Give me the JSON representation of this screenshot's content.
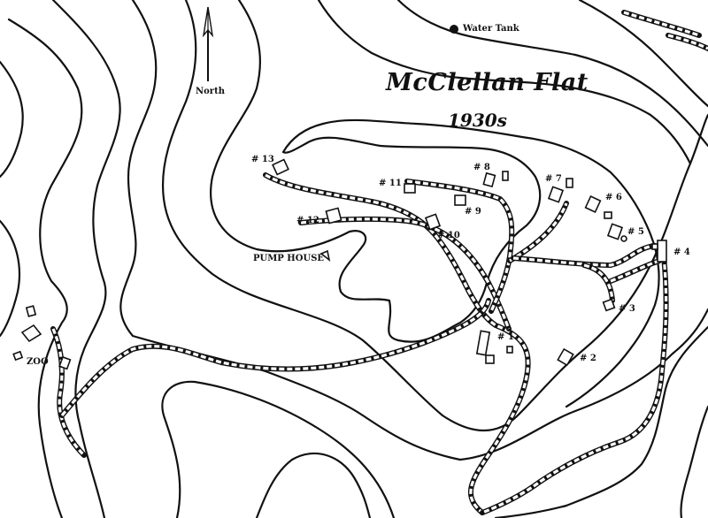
{
  "map": {
    "title": "McClellan Flat",
    "subtitle": "1930s",
    "north_label": "North",
    "landmarks": {
      "water_tank": "Water Tank",
      "pump_house": "PUMP HOUSE",
      "zoo": "ZOO"
    },
    "sites": [
      "# 1",
      "# 2",
      "# 3",
      "# 4",
      "# 5",
      "# 6",
      "# 7",
      "# 8",
      "# 9",
      "# 10",
      "# 11",
      "# 12",
      "# 13"
    ],
    "icons": {
      "north_arrow": "north-arrow-icon",
      "water_tank": "water-tank-dot-icon",
      "building": "building-footprint-icon"
    }
  }
}
